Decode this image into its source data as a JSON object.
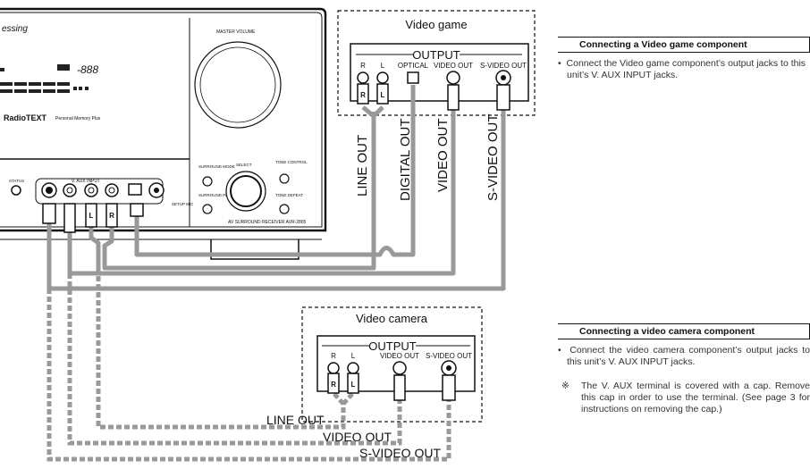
{
  "receiver": {
    "brand_fragment": "essing",
    "master_volume": "MASTER VOLUME",
    "display_digits": "-888",
    "radiotext": "RadioTEXT",
    "personal_memory": "Personal Memory Plus",
    "v_aux_input": "V. AUX INPUT",
    "status": "STATUS",
    "setup_mic": "SETUP MIC",
    "surround_mode": "SURROUND MODE",
    "surround_parameter": "SURROUND PARAMETER",
    "select": "SELECT",
    "tone_control": "TONE CONTROL",
    "tone_defeat": "TONE DEFEAT",
    "model": "AV SURROUND RECEIVER AVR-2805"
  },
  "video_game": {
    "title": "Video game",
    "output": "OUTPUT",
    "jacks": [
      "R",
      "L",
      "OPTICAL",
      "VIDEO OUT",
      "S-VIDEO OUT"
    ],
    "cables": [
      "LINE OUT",
      "DIGITAL OUT",
      "VIDEO OUT",
      "S-VIDEO OUT"
    ]
  },
  "video_camera": {
    "title": "Video camera",
    "output": "OUTPUT",
    "jacks": [
      "R",
      "L",
      "VIDEO OUT",
      "S-VIDEO OUT"
    ],
    "cables": [
      "LINE OUT",
      "VIDEO OUT",
      "S-VIDEO OUT"
    ]
  },
  "plug_letters": {
    "r": "R",
    "l": "L"
  },
  "side": {
    "game_heading": "Connecting a Video game component",
    "game_text": "Connect the Video game component’s output jacks to this unit’s V. AUX INPUT jacks.",
    "camera_heading": "Connecting a video camera component",
    "camera_text": "Connect the video camera component’s output jacks to this unit’s V. AUX INPUT jacks.",
    "note_mark": "※",
    "note_text": "The V. AUX terminal is covered with a cap. Remove this cap in order to use the terminal. (See page 3 for instructions on removing the cap.)"
  }
}
